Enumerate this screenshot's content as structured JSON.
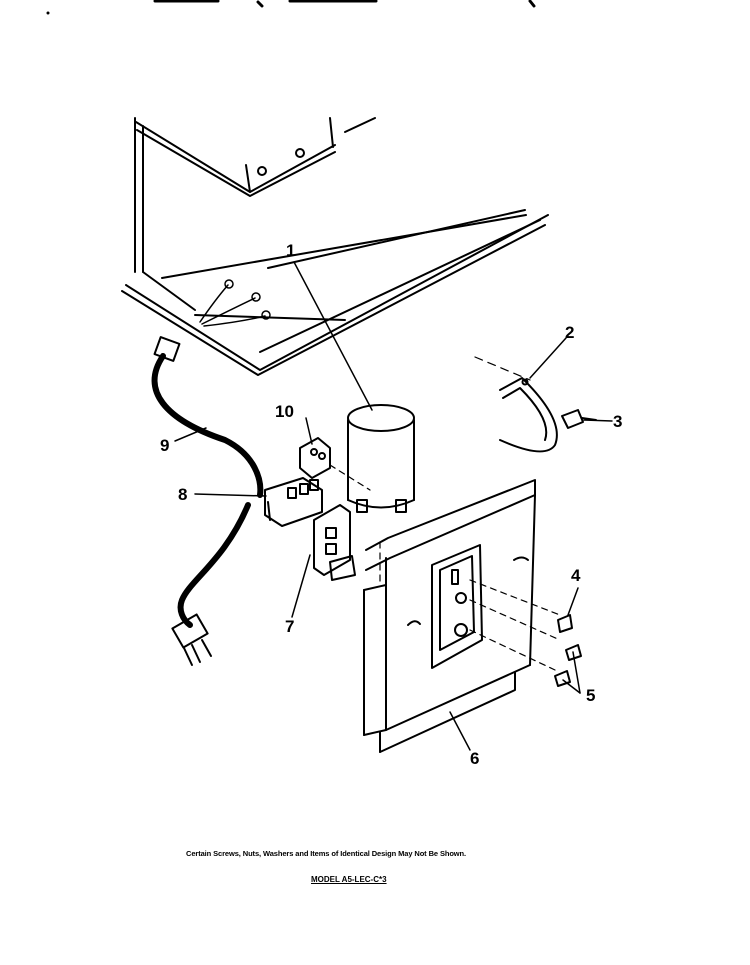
{
  "callouts": [
    {
      "id": "1",
      "label": "1"
    },
    {
      "id": "2",
      "label": "2"
    },
    {
      "id": "3",
      "label": "3"
    },
    {
      "id": "4",
      "label": "4"
    },
    {
      "id": "5",
      "label": "5"
    },
    {
      "id": "6",
      "label": "6"
    },
    {
      "id": "7",
      "label": "7"
    },
    {
      "id": "8",
      "label": "8"
    },
    {
      "id": "9",
      "label": "9"
    },
    {
      "id": "10",
      "label": "10"
    }
  ],
  "footnote": "Certain Screws, Nuts, Washers and Items of Identical Design May Not Be Shown.",
  "model": "MODEL A5-LEC-C*3"
}
